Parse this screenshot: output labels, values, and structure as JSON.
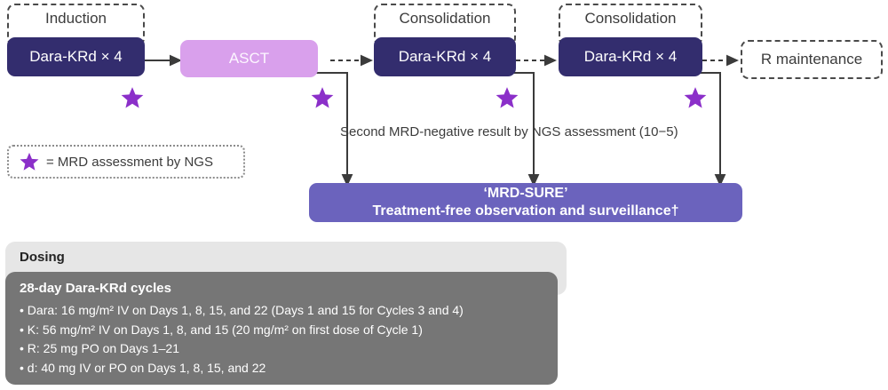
{
  "diagram": {
    "title": "MRD-SURE trial schema",
    "colors": {
      "navy": "#332d6e",
      "orchid": "#d9a0ec",
      "slate_purple": "#6b63bd",
      "star_purple": "#8b2fc9",
      "panel_head_gray": "#e6e6e6",
      "panel_body_gray": "#767676"
    },
    "stage_labels": [
      {
        "id": "induction",
        "text": "Induction"
      },
      {
        "id": "consolidation-1",
        "text": "Consolidation"
      },
      {
        "id": "consolidation-2",
        "text": "Consolidation"
      }
    ],
    "treatment_boxes": [
      {
        "id": "induction-tx",
        "text": "Dara-KRd × 4",
        "style": "navy"
      },
      {
        "id": "asct",
        "text": "ASCT",
        "style": "orchid"
      },
      {
        "id": "consolidation-1-tx",
        "text": "Dara-KRd × 4",
        "style": "navy"
      },
      {
        "id": "consolidation-2-tx",
        "text": "Dara-KRd × 4",
        "style": "navy"
      }
    ],
    "maintenance_box": {
      "text": "R maintenance"
    },
    "mrd_note": "Second MRD-negative result by NGS assessment (10−5)",
    "sure_box": {
      "line1": "‘MRD-SURE’",
      "line2": "Treatment-free observation and surveillance†"
    },
    "legend": {
      "icon": "star-icon",
      "text": "= MRD assessment by NGS"
    },
    "star_count": 4
  },
  "dosing": {
    "header": "Dosing",
    "subtitle": "28-day Dara-KRd cycles",
    "items": [
      "• Dara: 16 mg/m² IV on Days 1, 8, 15, and 22 (Days 1 and 15 for Cycles 3 and 4)",
      "• K: 56 mg/m² IV on Days 1, 8, and 15 (20 mg/m² on first dose of Cycle 1)",
      "• R: 25 mg PO on Days 1–21",
      "• d: 40 mg IV or PO on Days 1, 8, 15, and 22"
    ]
  }
}
